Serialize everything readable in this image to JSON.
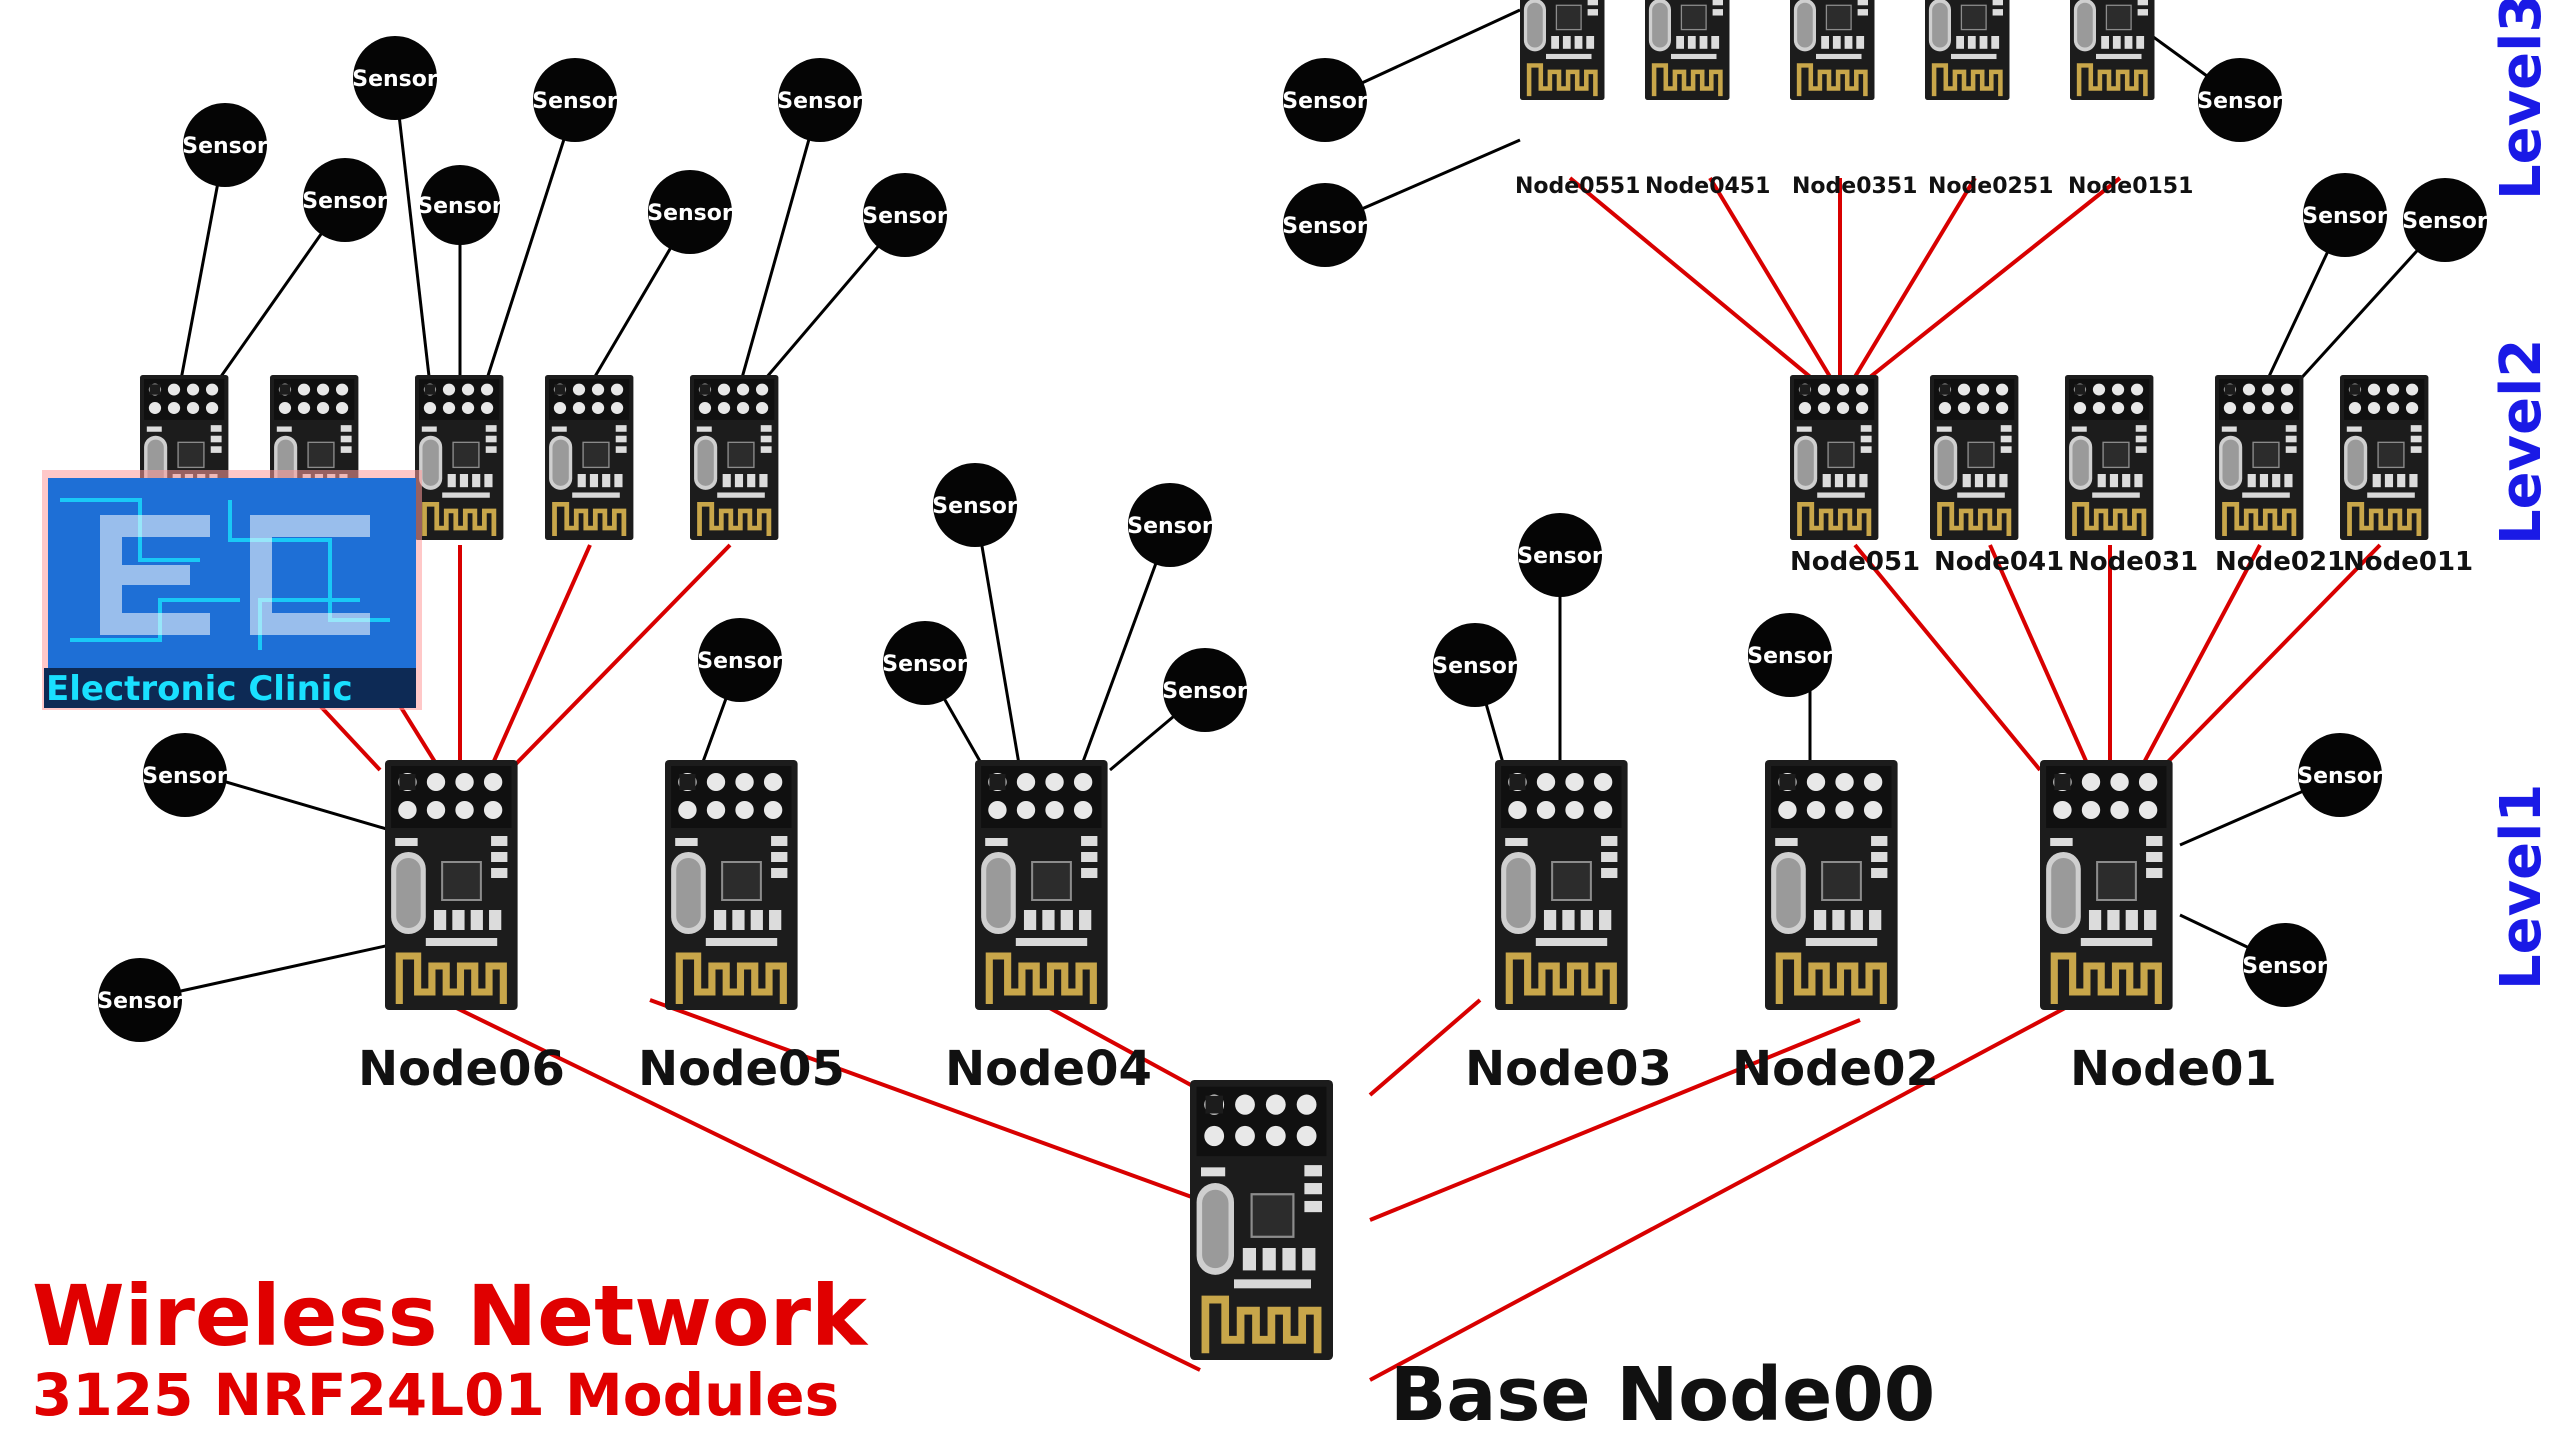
{
  "title": "Wireless Network",
  "subtitle": "3125 NRF24L01 Modules",
  "logo": {
    "text": "Electronic Clinic",
    "letters": "EC"
  },
  "colors": {
    "link": "#d80000",
    "sensor_line": "#000000",
    "sensor_fill": "#050505",
    "title": "#e00000",
    "level": "#1a1ae6",
    "module_pcb": "#1c1c1c",
    "logo_blue": "#1e6fd6",
    "logo_cyan": "#19e0ff",
    "logo_red": "#ff6a6a"
  },
  "levels": [
    "Level1",
    "Level2",
    "Level3"
  ],
  "sensor_label": "Sensor",
  "base": {
    "label": "Base Node00"
  },
  "nodes": {
    "n01": "Node01",
    "n02": "Node02",
    "n03": "Node03",
    "n04": "Node04",
    "n05": "Node05",
    "n06": "Node06",
    "n011": "Node011",
    "n021": "Node021",
    "n031": "Node031",
    "n041": "Node041",
    "n051": "Node051",
    "n0151": "Node0151",
    "n0251": "Node0251",
    "n0351": "Node0351",
    "n0451": "Node0451",
    "n0551": "Node0551"
  }
}
